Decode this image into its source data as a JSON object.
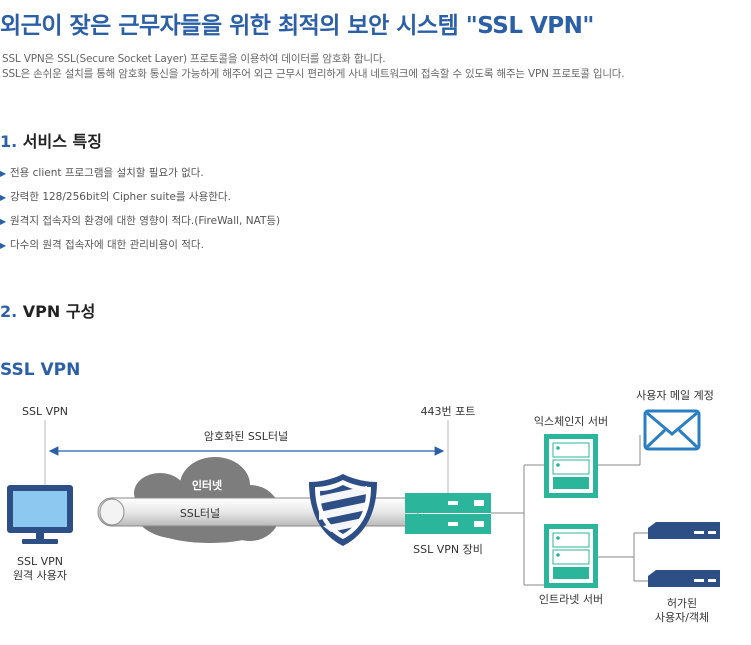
{
  "title": "외근이 잦은 근무자들을 위한 최적의 보안 시스템 \"SSL VPN\"",
  "intro": [
    "SSL VPN은 SSL(Secure Socket Layer) 프로토콜을 이용하여 데이터를 암호화 합니다.",
    "SSL은 손쉬운 설치를 통해 암호화 통신을 가능하게 해주어 외근 근무시 편리하게 사내 네트워크에 접속할 수 있도록 해주는 VPN 프로토콜 입니다."
  ],
  "section1": {
    "num": "1.",
    "heading": "서비스 특징",
    "features": [
      "전용 client 프로그램을 설치할 필요가 없다.",
      "강력한 128/256bit의 Cipher suite를 사용한다.",
      "원격지 접속자의 환경에 대한 영향이 적다.(FireWall, NAT등)",
      "다수의 원격 접속자에 대한 관리비용이 적다."
    ]
  },
  "section2": {
    "num": "2.",
    "heading": "VPN 구성"
  },
  "diagram": {
    "heading": "SSL VPN",
    "labels": {
      "ssl_vpn_top": "SSL VPN",
      "port_443": "443번 포트",
      "encrypted_tunnel": "암호화된 SSL터널",
      "internet": "인터넷",
      "ssl_tunnel": "SSL터널",
      "remote_user_line1": "SSL VPN",
      "remote_user_line2": "원격 사용자",
      "vpn_device": "SSL VPN 장비",
      "exchange_server": "익스체인지 서버",
      "intranet_server": "인트라넷 서버",
      "mail_account": "사용자 메일 계정",
      "allowed_line1": "허가된",
      "allowed_line2": "사용자/객체"
    },
    "colors": {
      "blue": "#2b5fa6",
      "green": "#2bb59a",
      "navy": "#1f4d8c",
      "cloud": "#7d7d7d",
      "pipe": "#e6e6e6"
    }
  }
}
